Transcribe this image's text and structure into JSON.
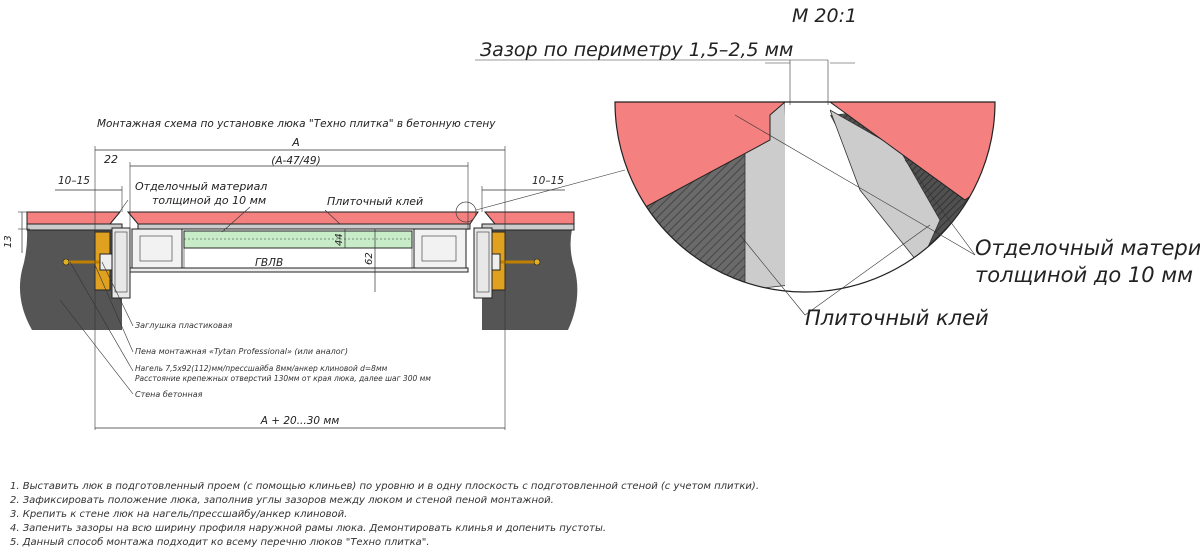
{
  "scale": "М 20:1",
  "gap_label": "Зазор по периметру 1,5–2,5 мм",
  "drawing_title": "Монтажная схема по установке люка \"Техно плитка\" в бетонную стену",
  "dims": {
    "a": "A",
    "a_expr": "(А-47/49)",
    "d22": "22",
    "left_gap": "10–15",
    "right_gap": "10–15",
    "d13": "13",
    "d44": "44",
    "d62": "62",
    "bottom": "А + 20...30 мм"
  },
  "labels": {
    "finish_line1": "Отделочный материал",
    "finish_line2": "толщиной до 10 мм",
    "tile_glue": "Плиточный клей",
    "gvl": "ГВЛВ"
  },
  "legend": {
    "plug": "Заглушка пластиковая",
    "foam": "Пена монтажная «Tytan Professional» (или аналог)",
    "nail_line1": "Нагель 7,5х92(112)мм/прессшайба 8мм/анкер клиновой d=8мм",
    "nail_line2": "Расстояние крепежных отверстий 130мм от края люка, далее шаг 300 мм",
    "wall": "Стена бетонная"
  },
  "detail": {
    "finish_line1": "Отделочный материал",
    "finish_line2": "толщиной до 10 мм",
    "tile_glue": "Плиточный клей"
  },
  "notes": [
    "1. Выставить люк в подготовленный проем (с помощью клиньев) по уровню и в одну плоскость с подготовленной стеной (с учетом плитки).",
    "2. Зафиксировать положение люка, заполнив углы зазоров между люком и стеной пеной монтажной.",
    "3. Крепить к стене люк на нагель/прессшайбу/анкер клиновой.",
    "4. Запенить зазоры на всю ширину профиля наружной рамы люка. Демонтировать клинья и допенить пустоты.",
    "5. Данный способ монтажа подходит ко всему перечню люков \"Техно плитка\"."
  ],
  "colors": {
    "tile": "#f48080",
    "concrete": "#555555",
    "glue": "#cccccc",
    "gvl_fill": "#c8ecc8",
    "foam": "#e0a020",
    "plug": "#e8e8e8"
  }
}
